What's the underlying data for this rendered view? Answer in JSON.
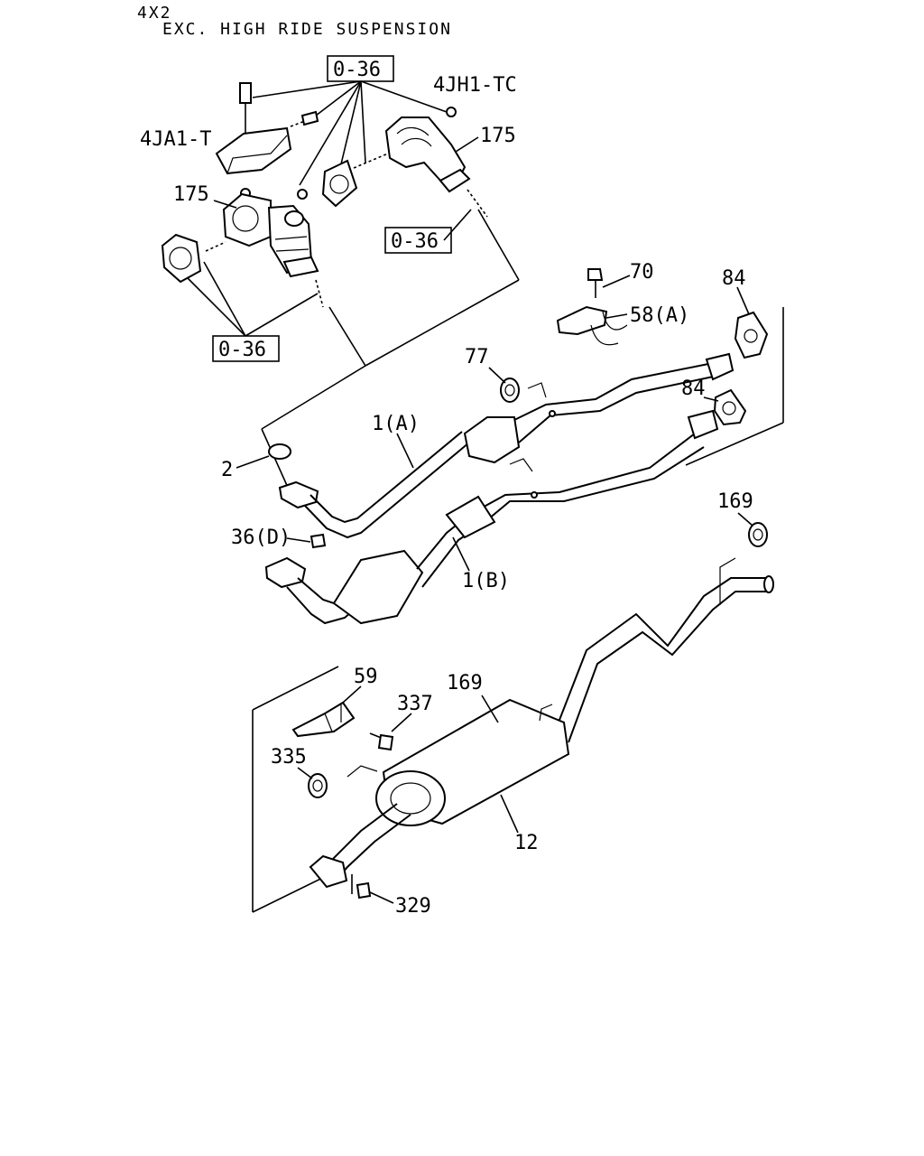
{
  "header": {
    "line1": "4X2",
    "line2": "EXC. HIGH RIDE SUSPENSION"
  },
  "engine_variants": {
    "left": "4JA1-T",
    "right": "4JH1-TC"
  },
  "ref_boxes": [
    "0-36",
    "0-36",
    "0-36"
  ],
  "callouts": {
    "p175_left": "175",
    "p175_right": "175",
    "p70": "70",
    "p84_top": "84",
    "p58a": "58(A)",
    "p77": "77",
    "p84_mid": "84",
    "p1a": "1(A)",
    "p2": "2",
    "p36d": "36(D)",
    "p1b": "1(B)",
    "p169_right": "169",
    "p59": "59",
    "p337": "337",
    "p169_mid": "169",
    "p335": "335",
    "p12": "12",
    "p329": "329"
  }
}
